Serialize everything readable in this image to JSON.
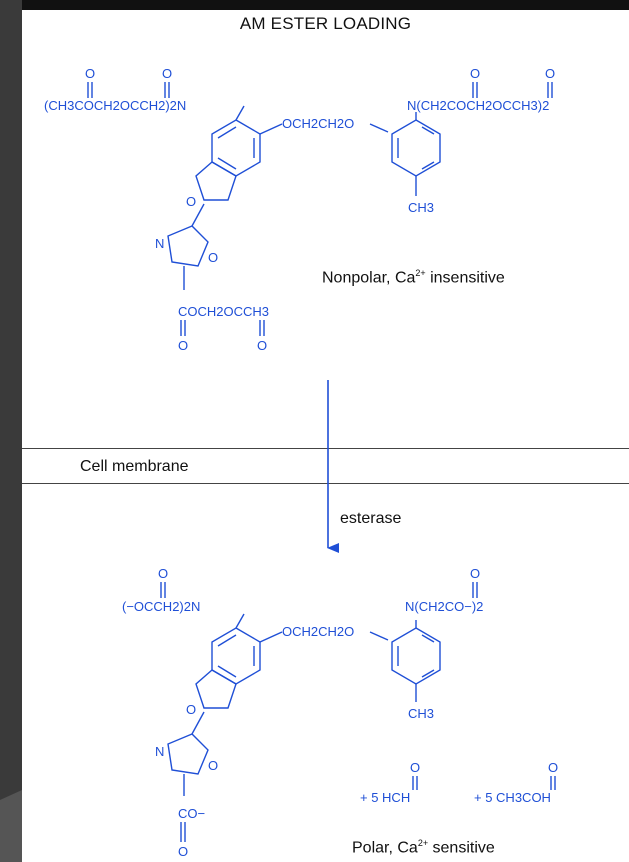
{
  "title": "AM ESTER LOADING",
  "membrane_label": "Cell membrane",
  "enzyme_label": "esterase",
  "top_molecule": {
    "caption_pre": "Nonpolar, Ca",
    "caption_sup": "2+",
    "caption_post": " insensitive",
    "labels": {
      "left_amine": "(CH3COCH2OCCH2)2N",
      "bridge": "OCH2CH2O",
      "right_amine": "N(CH2COCH2OCCH3)2",
      "methyl": "CH3",
      "ester": "COCH2OCCH3",
      "n_atom": "N",
      "o_atom": "O",
      "carbonyl_o": "O"
    }
  },
  "bottom_molecule": {
    "caption_pre": "Polar, Ca",
    "caption_sup": "2+",
    "caption_post": " sensitive",
    "labels": {
      "left_amine": "(−OCCH2)2N",
      "bridge": "OCH2CH2O",
      "right_amine": "N(CH2CO−)2",
      "methyl": "CH3",
      "carboxylate": "CO−",
      "n_atom": "N",
      "o_atom": "O",
      "carbonyl_o": "O"
    },
    "byproducts": [
      "+ 5 HCH",
      "+ 5 CH3COH"
    ]
  },
  "colors": {
    "molecule": "#1f4fd6",
    "text": "#111111",
    "frame_bg": "#3a3a3a"
  }
}
